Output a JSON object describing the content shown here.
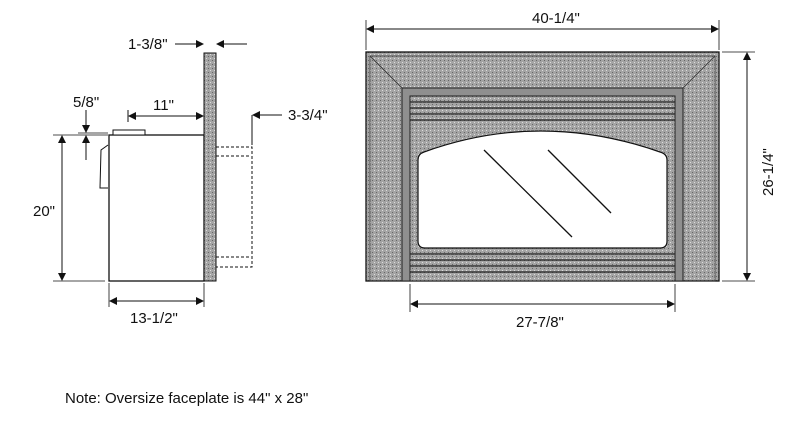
{
  "side_view": {
    "faceplate_depth": "1-3/8\"",
    "top_cap_height": "5/8\"",
    "insert_depth_behind_face": "11\"",
    "rear_projection": "3-3/4\"",
    "height": "20\"",
    "overall_depth": "13-1/2\""
  },
  "front_view": {
    "width": "40-1/4\"",
    "height": "26-1/4\"",
    "inner_width": "27-7/8\""
  },
  "note": "Note: Oversize faceplate is 44\" x 28\"",
  "colors": {
    "line": "#111111",
    "fill": "#9a9a9a",
    "fill_dark": "#7d7d7d"
  }
}
